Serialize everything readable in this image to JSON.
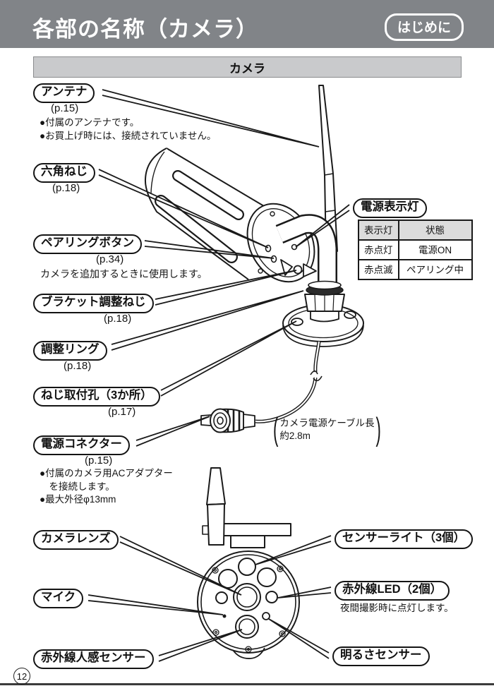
{
  "header": {
    "title": "各部の名称（カメラ）",
    "badge": "はじめに"
  },
  "section_bar": "カメラ",
  "page_number": "12",
  "colors": {
    "header_gray": "#818488",
    "section_gray": "#c9cacc",
    "table_header_gray": "#dcdcdc",
    "line_black": "#1a1a1a"
  },
  "labels": {
    "antenna": {
      "name": "アンテナ",
      "page_ref": "(p.15)",
      "notes": [
        "●付属のアンテナです。",
        "●お買上げ時には、接続されていません。"
      ]
    },
    "hex_screw": {
      "name": "六角ねじ",
      "page_ref": "(p.18)"
    },
    "pairing_button": {
      "name": "ペアリングボタン",
      "page_ref": "(p.34)",
      "caption": "カメラを追加するときに使用します。"
    },
    "bracket_screw": {
      "name": "ブラケット調整ねじ",
      "page_ref": "(p.18)"
    },
    "adjust_ring": {
      "name": "調整リング",
      "page_ref": "(p.18)"
    },
    "screw_holes": {
      "name": "ねじ取付孔（3か所）",
      "page_ref": "(p.17)"
    },
    "power_connector": {
      "name": "電源コネクター",
      "page_ref": "(p.15)",
      "notes": [
        "●付属のカメラ用ACアダプター",
        "　を接続します。",
        "●最大外径φ13mm"
      ]
    },
    "camera_lens": {
      "name": "カメラレンズ"
    },
    "mic": {
      "name": "マイク"
    },
    "ir_human_sensor": {
      "name": "赤外線人感センサー"
    },
    "power_indicator": {
      "name": "電源表示灯"
    },
    "sensor_light": {
      "name": "センサーライト（3個）"
    },
    "ir_led": {
      "name": "赤外線LED（2個）",
      "caption": "夜間撮影時に点灯します。"
    },
    "brightness_sensor": {
      "name": "明るさセンサー"
    }
  },
  "indicator_table": {
    "headers": [
      "表示灯",
      "状態"
    ],
    "rows": [
      [
        "赤点灯",
        "電源ON"
      ],
      [
        "赤点滅",
        "ペアリング中"
      ]
    ]
  },
  "cable_note": {
    "open": "(",
    "line1": "カメラ電源ケーブル長",
    "line2": "約2.8m",
    "close": ")"
  }
}
